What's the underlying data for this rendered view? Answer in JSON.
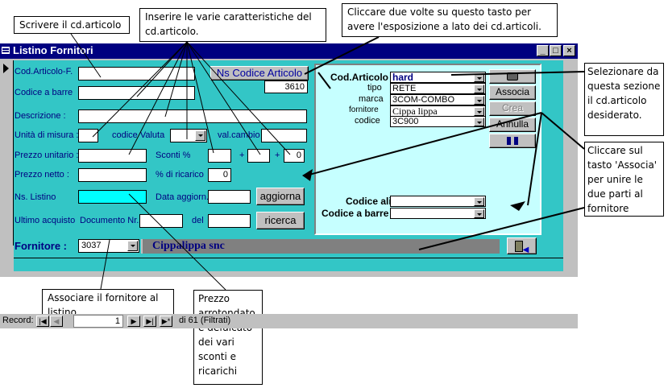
{
  "callouts": {
    "scrivere": "Scrivere il cd.articolo",
    "inserire": "Inserire le varie caratteristiche del cd.articolo.",
    "cliccare_due": "Cliccare due volte su questo tasto per avere l'esposizione a lato dei cd.articoli.",
    "selezionare": "Selezionare da questa sezione il cd.articolo desiderato.",
    "cliccare_associa": "Cliccare sul tasto 'Associa' per unire le due parti al fornitore",
    "associare": "Associare il fornitore al listino.",
    "prezzo": "Prezzo arrotondato e defalcato dei vari sconti e ricarichi"
  },
  "window": {
    "title": "Listino Fornitori",
    "minimize": "_",
    "maximize": "□",
    "close": "×"
  },
  "form": {
    "labels": {
      "cod_articolo_f": "Cod.Articolo-F.",
      "codice_barre": "Codice a barre",
      "descrizione": "Descrizione :",
      "unita_misura": "Unità di misura :",
      "codice_valuta": "codice Valuta",
      "val_cambio": "val.cambio",
      "prezzo_unitario": "Prezzo unitario :",
      "sconti": "Sconti  %",
      "plus1": "+",
      "plus2": "+",
      "prezzo_netto": "Prezzo netto :",
      "ricarico": "% di ricarico",
      "ns_listino": "Ns. Listino",
      "data_aggiorn": "Data aggiorn.",
      "ultimo_acquisto": "Ultimo acquisto",
      "documento_nr": "Documento Nr.",
      "del": "del",
      "fornitore": "Fornitore :"
    },
    "values": {
      "cod_articolo_f": "",
      "codice_barre": "",
      "descrizione": "",
      "unita_misura": "",
      "codice_valuta": "",
      "val_cambio": "",
      "prezzo_unitario": "",
      "sconto1": "",
      "sconto2": "",
      "sconto3": "0",
      "prezzo_netto": "",
      "ricarico": "0",
      "ns_listino": "",
      "data_aggiorn": "",
      "documento_nr": "",
      "del": "",
      "ns_codice": "3610",
      "fornitore_code": "3037",
      "fornitore_name": "Cippalippa  snc"
    },
    "buttons": {
      "ns_codice_articolo": "Ns Codice Articolo",
      "aggiorna": "aggiorna",
      "ricerca": "ricerca"
    }
  },
  "panel": {
    "labels": {
      "cod_articolo": "Cod.Articolo",
      "tipo": "tipo",
      "marca": "marca",
      "fornitore": "fornitore",
      "codice": "codice",
      "codice_alias": "Codice alias",
      "codice_barre": "Codice a barre"
    },
    "values": {
      "cod_articolo": "hard",
      "tipo": "RETE",
      "marca": "3COM-COMBO",
      "fornitore": "Cippa lippa",
      "codice": "3C900",
      "codice_alias": "",
      "codice_barre": ""
    },
    "buttons": {
      "camera": "camera-icon",
      "associa": "Associa",
      "crea": "Crea",
      "annulla": "Annulla",
      "tree": "tree-icon"
    }
  },
  "record_nav": {
    "label": "Record:",
    "current": "1",
    "total_text": "di 61 (Filtrati)"
  }
}
